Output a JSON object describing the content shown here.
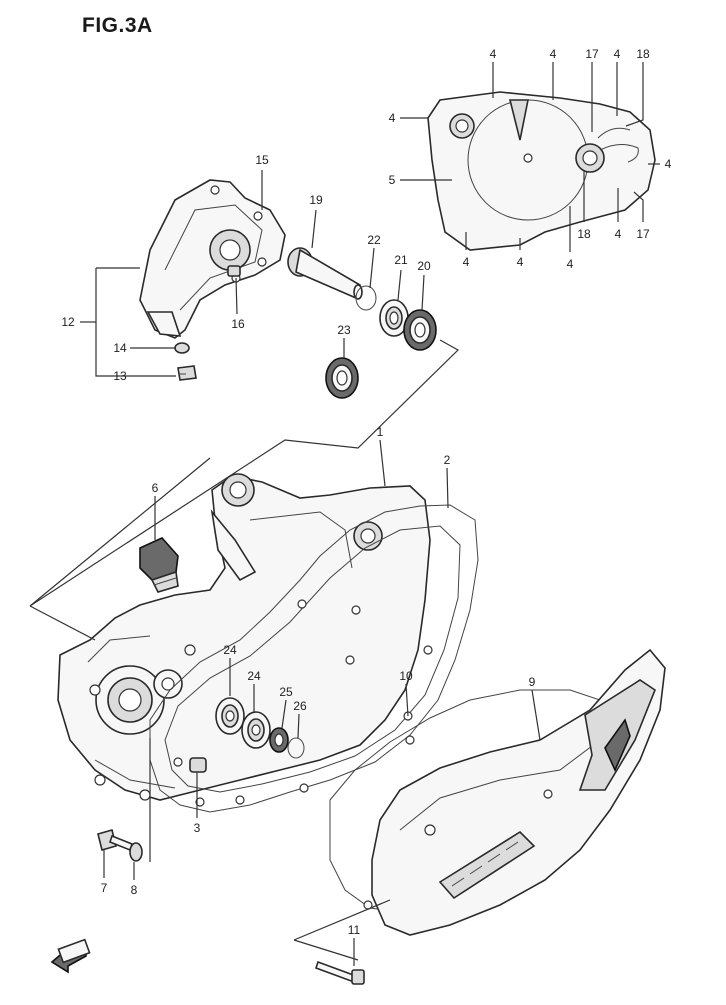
{
  "figure": {
    "title": "FIG.3A",
    "badge_text": ""
  },
  "callouts": [
    {
      "id": "c4a",
      "label": "4"
    },
    {
      "id": "c4b",
      "label": "4"
    },
    {
      "id": "c17a",
      "label": "17"
    },
    {
      "id": "c4c",
      "label": "4"
    },
    {
      "id": "c18a",
      "label": "18"
    },
    {
      "id": "c4d",
      "label": "4"
    },
    {
      "id": "c4e",
      "label": "4"
    },
    {
      "id": "c5",
      "label": "5"
    },
    {
      "id": "c18b",
      "label": "18"
    },
    {
      "id": "c4f",
      "label": "4"
    },
    {
      "id": "c17b",
      "label": "17"
    },
    {
      "id": "c4g",
      "label": "4"
    },
    {
      "id": "c4h",
      "label": "4"
    },
    {
      "id": "c4i",
      "label": "4"
    },
    {
      "id": "c15",
      "label": "15"
    },
    {
      "id": "c19",
      "label": "19"
    },
    {
      "id": "c22",
      "label": "22"
    },
    {
      "id": "c21",
      "label": "21"
    },
    {
      "id": "c20",
      "label": "20"
    },
    {
      "id": "c12",
      "label": "12"
    },
    {
      "id": "c16",
      "label": "16"
    },
    {
      "id": "c23",
      "label": "23"
    },
    {
      "id": "c14",
      "label": "14"
    },
    {
      "id": "c13",
      "label": "13"
    },
    {
      "id": "c1",
      "label": "1"
    },
    {
      "id": "c2",
      "label": "2"
    },
    {
      "id": "c6",
      "label": "6"
    },
    {
      "id": "c24a",
      "label": "24"
    },
    {
      "id": "c24b",
      "label": "24"
    },
    {
      "id": "c25",
      "label": "25"
    },
    {
      "id": "c26",
      "label": "26"
    },
    {
      "id": "c10",
      "label": "10"
    },
    {
      "id": "c9",
      "label": "9"
    },
    {
      "id": "c3",
      "label": "3"
    },
    {
      "id": "c7",
      "label": "7"
    },
    {
      "id": "c8",
      "label": "8"
    },
    {
      "id": "c11",
      "label": "11"
    }
  ],
  "icons": {
    "front_arrow": "front-direction-arrow-icon"
  }
}
